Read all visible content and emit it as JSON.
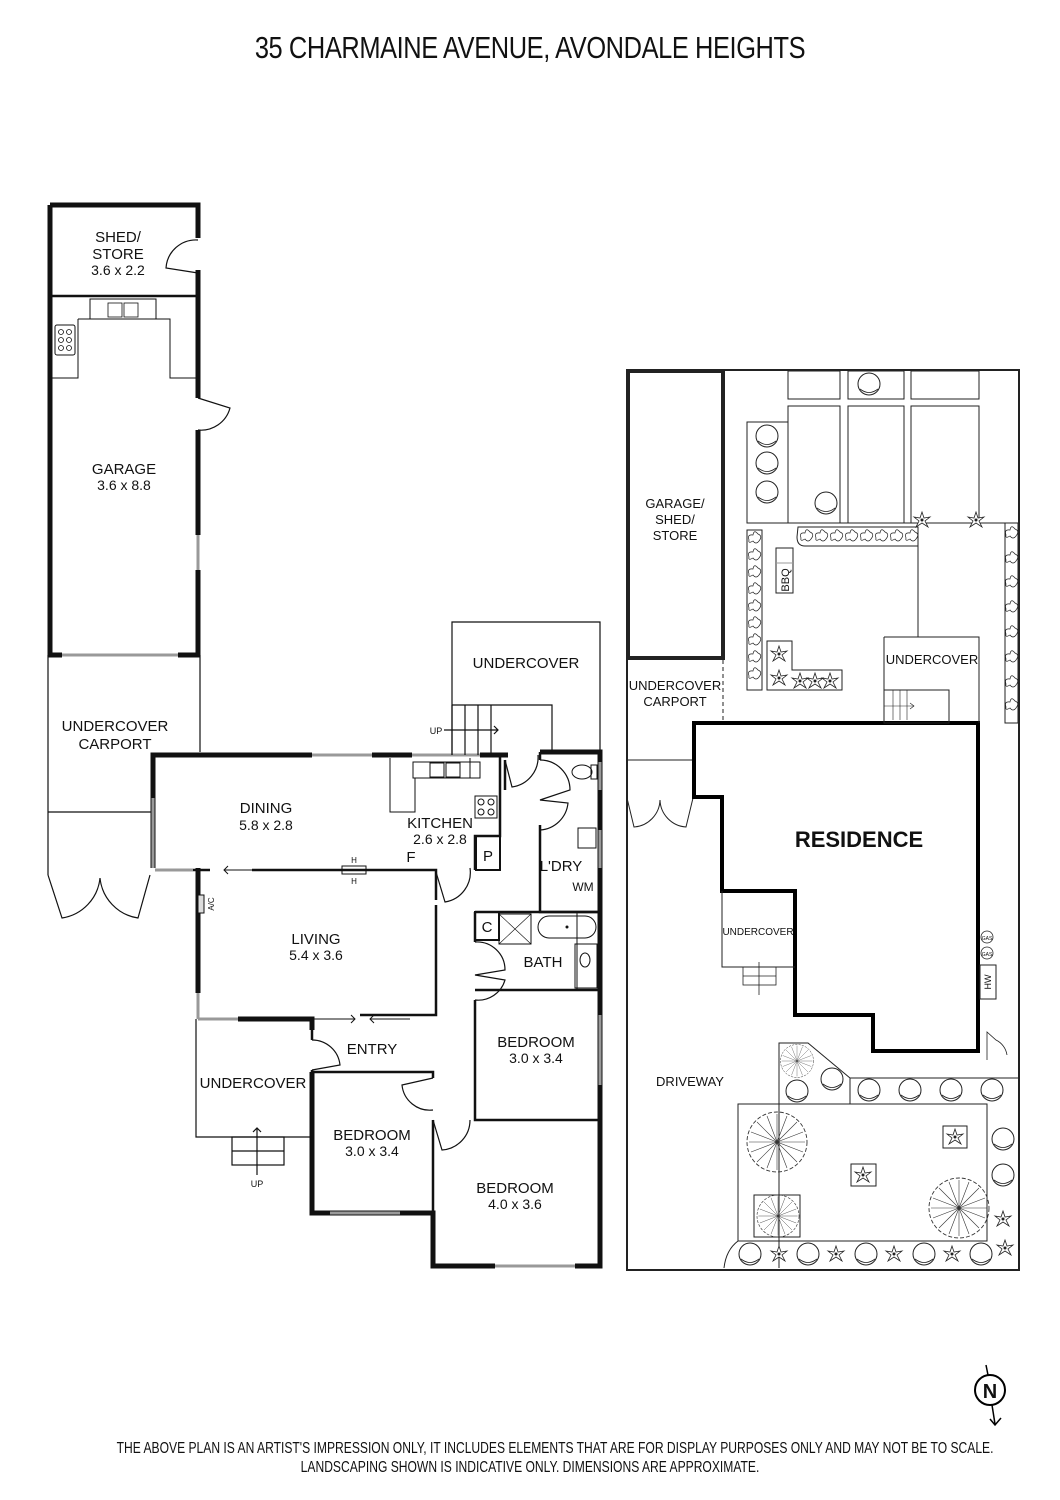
{
  "title": "35 CHARMAINE AVENUE, AVONDALE HEIGHTS",
  "floor_plan": {
    "rooms": [
      {
        "name": "SHED/",
        "name2": "STORE",
        "dims": "3.6 x 2.2"
      },
      {
        "name": "GARAGE",
        "dims": "3.6 x 8.8"
      },
      {
        "name": "UNDERCOVER",
        "name2": "CARPORT"
      },
      {
        "name": "UNDERCOVER"
      },
      {
        "name": "DINING",
        "dims": "5.8 x 2.8"
      },
      {
        "name": "KITCHEN",
        "dims": "2.6 x 2.8"
      },
      {
        "name": "L'DRY"
      },
      {
        "name": "LIVING",
        "dims": "5.4 x 3.6"
      },
      {
        "name": "BATH"
      },
      {
        "name": "BEDROOM",
        "dims": "3.0 x 3.4"
      },
      {
        "name": "ENTRY"
      },
      {
        "name": "UNDERCOVER"
      },
      {
        "name": "BEDROOM",
        "dims": "3.0 x 3.4"
      },
      {
        "name": "BEDROOM",
        "dims": "4.0 x 3.6"
      }
    ],
    "fixtures": {
      "up_stairs_1": "UP",
      "up_stairs_2": "UP",
      "fridge": "F",
      "pantry": "P",
      "cupboard": "C",
      "washing_machine": "WM",
      "heater_top": "H",
      "heater_bottom": "H",
      "ac": "A/C"
    }
  },
  "site_plan": {
    "garage": {
      "line1": "GARAGE/",
      "line2": "SHED/",
      "line3": "STORE"
    },
    "carport": {
      "line1": "UNDERCOVER",
      "line2": "CARPORT"
    },
    "undercover_rear": "UNDERCOVER",
    "undercover_side": "UNDERCOVER",
    "residence": "RESIDENCE",
    "driveway": "DRIVEWAY",
    "bbq": "BBQ",
    "gas1": "GAS",
    "gas2": "GAS",
    "hot_water": "HW"
  },
  "north": "N",
  "disclaimer": {
    "line1": "THE ABOVE PLAN IS AN ARTIST'S IMPRESSION ONLY, IT INCLUDES ELEMENTS THAT ARE FOR DISPLAY PURPOSES ONLY AND MAY NOT BE TO SCALE.",
    "line2": "LANDSCAPING SHOWN IS INDICATIVE ONLY. DIMENSIONS ARE APPROXIMATE."
  }
}
